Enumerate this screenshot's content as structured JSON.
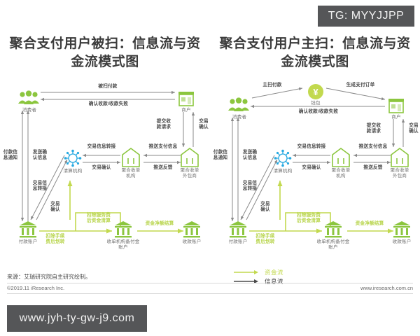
{
  "watermarks": {
    "tg": "TG: MYYJJPP",
    "url": "www.jyh-ty-gw-j9.com"
  },
  "titles": {
    "left": "聚合支付用户被扫：信息流与资金流模式图",
    "right": "聚合支付用户主扫：信息流与资金流模式图"
  },
  "legend": {
    "money_flow": "资金流",
    "info_flow": "信息流",
    "money_color": "#c2d94e",
    "info_color": "#6b6b6b"
  },
  "footer": {
    "source": "来源：艾瑞研究院自主研究绘制。",
    "copyright": "©2019.11 iResearch Inc.",
    "website": "www.iresearch.com.cn"
  },
  "colors": {
    "green": "#8cc63f",
    "light_green": "#c2d94e",
    "blue": "#29a9e0",
    "gray_arrow": "#8a8a8a",
    "text": "#4c4c4c",
    "title": "#3b3b3b"
  },
  "left_diagram": {
    "name": "用户被扫模式",
    "nodes": [
      {
        "id": "consumer",
        "label": "消费者",
        "icon": "people-icon"
      },
      {
        "id": "merchant",
        "label": "商户",
        "icon": "shop-icon"
      },
      {
        "id": "clearing",
        "label": "清算机构",
        "icon": "hub-icon"
      },
      {
        "id": "acquirer",
        "label": "聚合收单\n机构",
        "icon": "temple-icon"
      },
      {
        "id": "outsourcer",
        "label": "聚合收单\n外包商",
        "icon": "temple-icon"
      },
      {
        "id": "pay_acct",
        "label": "付款账户",
        "icon": "bank-icon"
      },
      {
        "id": "reserve",
        "label": "收单机构备付金\n账户",
        "icon": "bank-icon"
      },
      {
        "id": "recv_acct",
        "label": "收款账户",
        "icon": "bank-icon"
      }
    ],
    "flows": [
      {
        "label": "被扫付款",
        "type": "info"
      },
      {
        "label": "确认收款/收款失败",
        "type": "info"
      },
      {
        "label": "提交收\n款请求",
        "type": "info"
      },
      {
        "label": "交易\n确认",
        "type": "info"
      },
      {
        "label": "推送支付信息",
        "type": "info"
      },
      {
        "label": "推送反馈",
        "type": "info"
      },
      {
        "label": "交易信息转接",
        "type": "info"
      },
      {
        "label": "交易确认",
        "type": "info"
      },
      {
        "label": "付款信\n息通知",
        "type": "info"
      },
      {
        "label": "发送确\n认信息",
        "type": "info"
      },
      {
        "label": "交易信\n息转接",
        "type": "info"
      },
      {
        "label": "交易\n确认",
        "type": "info"
      },
      {
        "label": "扣除手续\n费后划转",
        "type": "money"
      },
      {
        "label": "扣除服务费\n后资金清算",
        "type": "money"
      },
      {
        "label": "资金净额结算",
        "type": "money"
      }
    ]
  },
  "right_diagram": {
    "name": "用户主扫模式",
    "nodes": [
      {
        "id": "consumer",
        "label": "消费者",
        "icon": "people-icon"
      },
      {
        "id": "wallet",
        "label": "钱包",
        "icon": "wallet-icon"
      },
      {
        "id": "merchant",
        "label": "商户",
        "icon": "shop-icon"
      },
      {
        "id": "clearing",
        "label": "清算机构",
        "icon": "hub-icon"
      },
      {
        "id": "acquirer",
        "label": "聚合收单\n机构",
        "icon": "temple-icon"
      },
      {
        "id": "outsourcer",
        "label": "聚合收单\n外包商",
        "icon": "temple-icon"
      },
      {
        "id": "pay_acct",
        "label": "付款账户",
        "icon": "bank-icon"
      },
      {
        "id": "reserve",
        "label": "收单机构备付金\n账户",
        "icon": "bank-icon"
      },
      {
        "id": "recv_acct",
        "label": "收款账户",
        "icon": "bank-icon"
      }
    ],
    "flows": [
      {
        "label": "主扫付款",
        "type": "info"
      },
      {
        "label": "生成支付订单",
        "type": "info"
      },
      {
        "label": "确认收款/收款失败",
        "type": "info"
      },
      {
        "label": "提交收\n款请求",
        "type": "info"
      },
      {
        "label": "交易\n确认",
        "type": "info"
      },
      {
        "label": "推送支付信息",
        "type": "info"
      },
      {
        "label": "推送反馈",
        "type": "info"
      },
      {
        "label": "交易信息转接",
        "type": "info"
      },
      {
        "label": "交易确认",
        "type": "info"
      },
      {
        "label": "付款信\n息通知",
        "type": "info"
      },
      {
        "label": "发送确\n认信息",
        "type": "info"
      },
      {
        "label": "交易信\n息转接",
        "type": "info"
      },
      {
        "label": "交易\n确认",
        "type": "info"
      },
      {
        "label": "扣除手续\n费后划转",
        "type": "money"
      },
      {
        "label": "扣除服务费\n后资金清算",
        "type": "money"
      },
      {
        "label": "资金净额结算",
        "type": "money"
      }
    ]
  }
}
